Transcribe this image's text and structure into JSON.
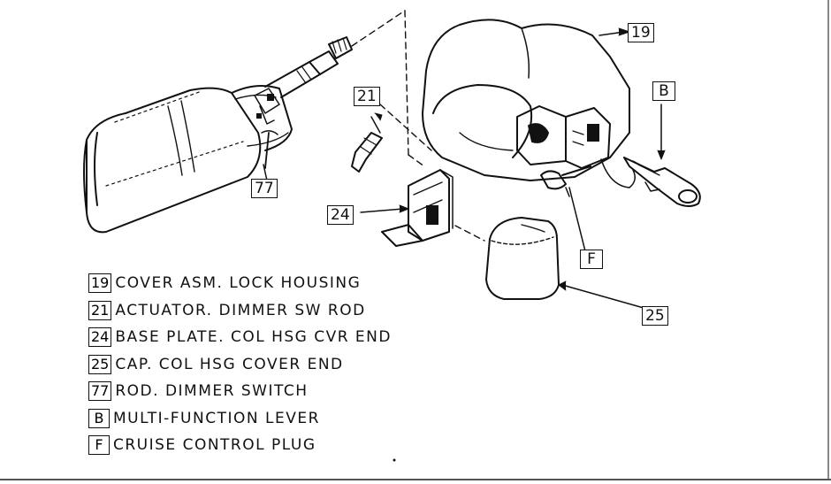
{
  "callouts": {
    "c19": "19",
    "c21": "21",
    "c24": "24",
    "c25": "25",
    "c77": "77",
    "cB": "B",
    "cF": "F"
  },
  "legend": [
    {
      "code": "19",
      "text": "COVER ASM. LOCK HOUSING"
    },
    {
      "code": "21",
      "text": "ACTUATOR. DIMMER SW ROD"
    },
    {
      "code": "24",
      "text": "BASE PLATE. COL HSG CVR END"
    },
    {
      "code": "25",
      "text": "CAP. COL HSG COVER END"
    },
    {
      "code": "77",
      "text": "ROD. DIMMER SWITCH"
    },
    {
      "code": "B",
      "text": "MULTI-FUNCTION LEVER"
    },
    {
      "code": "F",
      "text": "CRUISE CONTROL PLUG"
    }
  ]
}
